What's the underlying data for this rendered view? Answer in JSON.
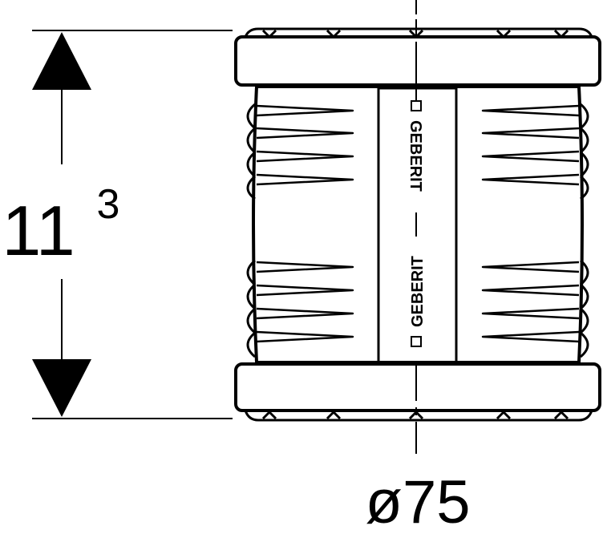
{
  "dimensions": {
    "height_main": "11",
    "height_sup": "3",
    "diameter": "ø75"
  },
  "brand": {
    "label": "GEBERIT"
  },
  "colors": {
    "line": "#000000",
    "background": "#ffffff"
  }
}
